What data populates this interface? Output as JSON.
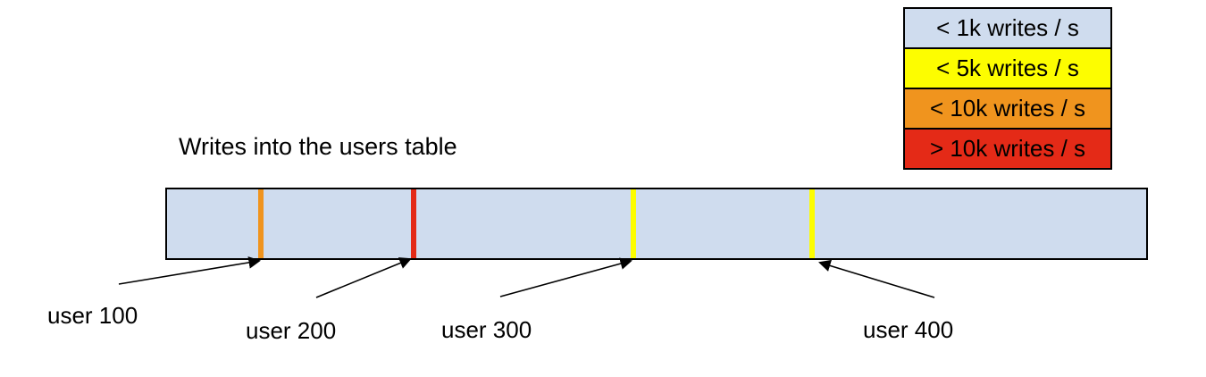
{
  "title": "Writes into the users table",
  "legend": {
    "items": [
      {
        "label": "< 1k writes / s",
        "color": "#cfdcee"
      },
      {
        "label": "< 5k writes / s",
        "color": "#fdfd00"
      },
      {
        "label": "< 10k writes / s",
        "color": "#f0941e"
      },
      {
        "label": "> 10k writes / s",
        "color": "#e42a17"
      }
    ]
  },
  "table_bar": {
    "fill": "#cfdcee",
    "border_color": "#000000"
  },
  "markers": [
    {
      "id": "user-100",
      "rate_class": "< 10k writes / s",
      "color": "#f0941e",
      "x_pct": "9.6%"
    },
    {
      "id": "user-200",
      "rate_class": "> 10k writes / s",
      "color": "#e42a17",
      "x_pct": "25.2%"
    },
    {
      "id": "user-300",
      "rate_class": "< 5k writes / s",
      "color": "#fdfd00",
      "x_pct": "47.6%"
    },
    {
      "id": "user-400",
      "rate_class": "< 5k writes / s",
      "color": "#fdfd00",
      "x_pct": "65.9%"
    }
  ],
  "labels": [
    {
      "text": "user 100"
    },
    {
      "text": "user 200"
    },
    {
      "text": "user 300"
    },
    {
      "text": "user 400"
    }
  ]
}
